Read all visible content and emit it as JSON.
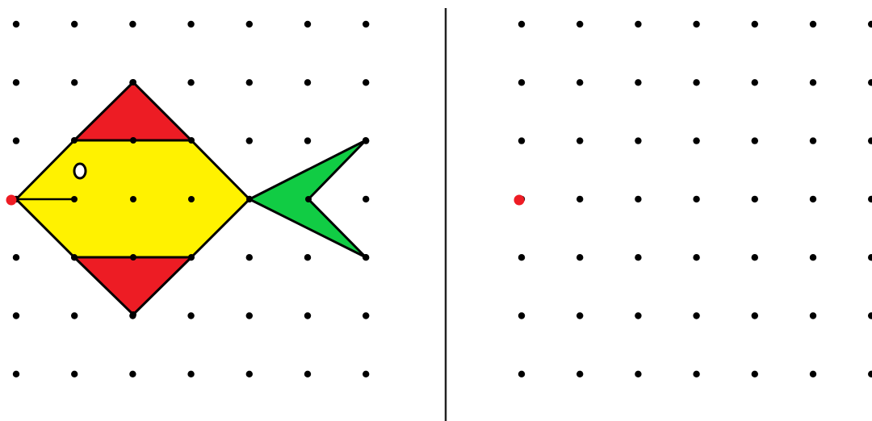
{
  "colors": {
    "background": "#ffffff",
    "dot": "#000000",
    "start_point": "#ee1c24",
    "fin": "#ed1c24",
    "body": "#fff200",
    "tail": "#11cc44",
    "outline": "#000000",
    "divider": "#222222"
  },
  "grids": [
    {
      "name": "left-grid",
      "columns": 7,
      "rows": 7
    },
    {
      "name": "right-grid",
      "columns": 7,
      "rows": 7
    }
  ],
  "figure": {
    "name": "fish",
    "parts": [
      "top-fin",
      "bottom-fin",
      "body",
      "tail",
      "eye",
      "mouth"
    ]
  },
  "icons": [
    "start-point-icon",
    "fish-icon"
  ]
}
